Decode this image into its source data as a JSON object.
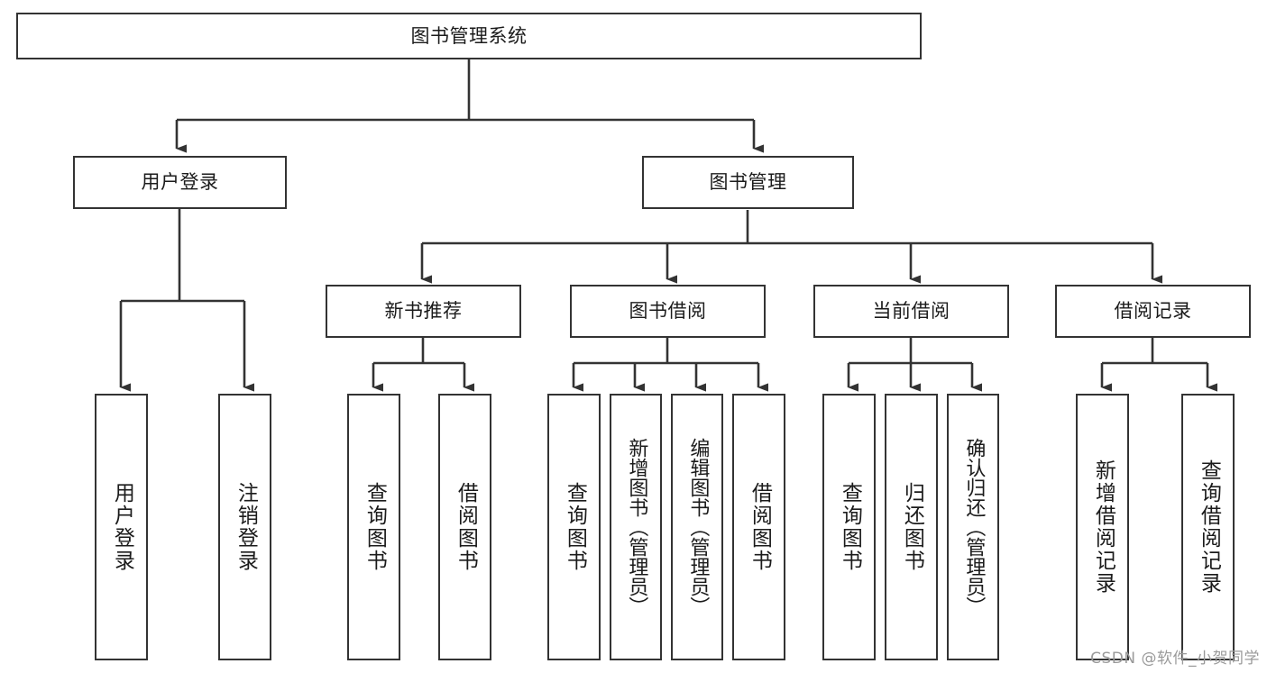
{
  "diagram": {
    "title": "图书管理系统",
    "type": "tree-hierarchy",
    "style": {
      "box_border_color": "#333333",
      "box_fill_color": "#ffffff",
      "connector_color": "#333333",
      "background_color": "#ffffff",
      "text_color": "#1b1b1b"
    },
    "root": {
      "id": "root",
      "label": "图书管理系统"
    },
    "level2": [
      {
        "id": "user-login",
        "label": "用户登录"
      },
      {
        "id": "book-manage",
        "label": "图书管理"
      }
    ],
    "level3": [
      {
        "id": "new-book-rec",
        "label": "新书推荐",
        "parent": "book-manage"
      },
      {
        "id": "book-borrow",
        "label": "图书借阅",
        "parent": "book-manage"
      },
      {
        "id": "current-borrow",
        "label": "当前借阅",
        "parent": "book-manage"
      },
      {
        "id": "borrow-record",
        "label": "借阅记录",
        "parent": "book-manage"
      }
    ],
    "leaves": [
      {
        "id": "leaf-user-login",
        "label": "用户登录",
        "parent": "user-login",
        "tall": false
      },
      {
        "id": "leaf-user-logout",
        "label": "注销登录",
        "parent": "user-login",
        "tall": false
      },
      {
        "id": "leaf-rec-query",
        "label": "查询图书",
        "parent": "new-book-rec",
        "tall": false
      },
      {
        "id": "leaf-rec-borrow",
        "label": "借阅图书",
        "parent": "new-book-rec",
        "tall": false
      },
      {
        "id": "leaf-borrow-query",
        "label": "查询图书",
        "parent": "book-borrow",
        "tall": false
      },
      {
        "id": "leaf-borrow-add",
        "label": "新增图书（管理员）",
        "parent": "book-borrow",
        "tall": true
      },
      {
        "id": "leaf-borrow-edit",
        "label": "编辑图书（管理员）",
        "parent": "book-borrow",
        "tall": true
      },
      {
        "id": "leaf-borrow-lend",
        "label": "借阅图书",
        "parent": "book-borrow",
        "tall": false
      },
      {
        "id": "leaf-current-query",
        "label": "查询图书",
        "parent": "current-borrow",
        "tall": false
      },
      {
        "id": "leaf-current-return",
        "label": "归还图书",
        "parent": "current-borrow",
        "tall": false
      },
      {
        "id": "leaf-current-confirm",
        "label": "确认归还（管理员）",
        "parent": "current-borrow",
        "tall": true
      },
      {
        "id": "leaf-record-add",
        "label": "新增借阅记录",
        "parent": "borrow-record",
        "tall": false
      },
      {
        "id": "leaf-record-query",
        "label": "查询借阅记录",
        "parent": "borrow-record",
        "tall": false
      }
    ]
  },
  "watermark": {
    "text": "CSDN @软件_小贺同学"
  }
}
